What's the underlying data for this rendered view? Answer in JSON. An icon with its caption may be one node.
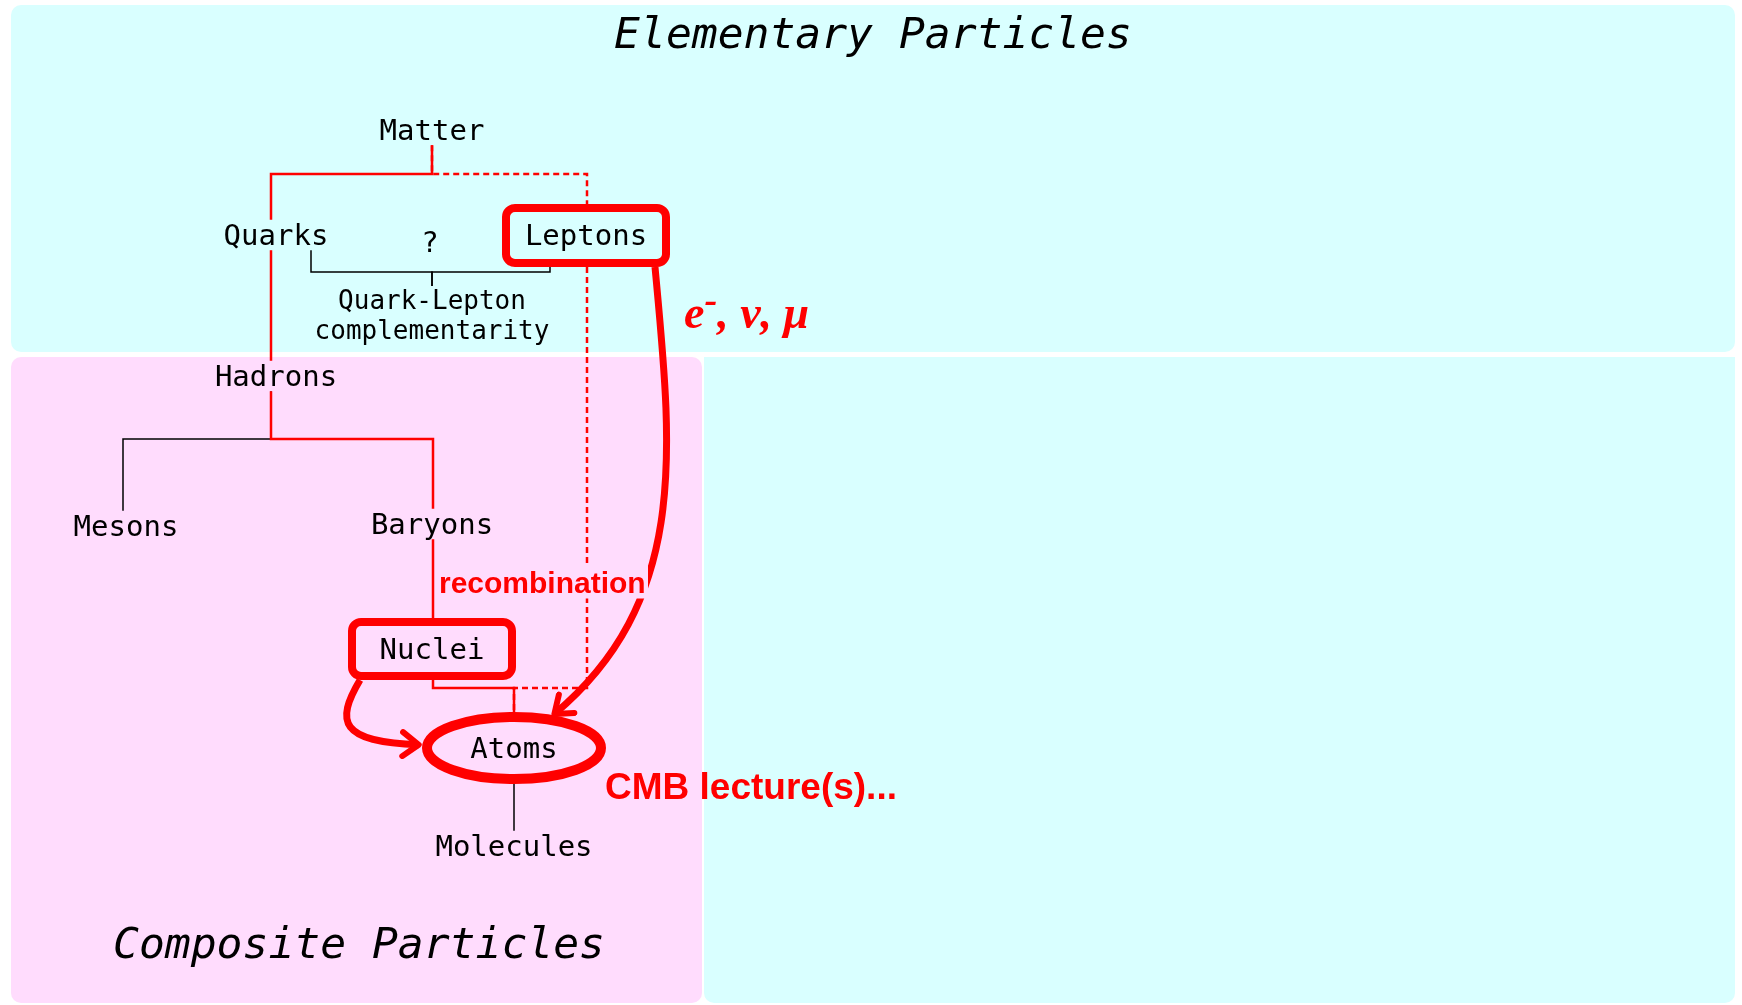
{
  "diagram": {
    "nodes": [
      {
        "text": [
          "Elementary Particles"
        ]
      },
      {
        "text": [
          "Matter"
        ],
        "in": 0
      },
      {
        "text": [
          "Quarks"
        ],
        "in": 0
      },
      {
        "text": [
          "Leptons"
        ],
        "in": 0
      },
      {
        "text": [
          "Quark-Lepton complementarity"
        ],
        "in": 0
      },
      {
        "text": [
          "Composite Particles"
        ]
      },
      {
        "text": [
          "Hadrons"
        ],
        "in": 5
      },
      {
        "text": [
          "Mesons"
        ],
        "in": 5
      },
      {
        "text": [
          "Baryons"
        ],
        "in": 5
      },
      {
        "text": [
          "Nuclei"
        ],
        "in": 5
      },
      {
        "text": [
          "Atoms"
        ],
        "in": 5
      },
      {
        "text": [
          "Molecules"
        ],
        "in": 5
      }
    ],
    "edges": [
      {
        "from": 1,
        "to": 2,
        "arrow": "none"
      },
      {
        "from": 1,
        "to": 3,
        "arrow": "none",
        "style": "dashed"
      },
      {
        "from": 2,
        "to": 6,
        "arrow": "none"
      },
      {
        "from": 6,
        "to": 7,
        "arrow": "none",
        "color": "#000000"
      },
      {
        "from": 6,
        "to": 8,
        "arrow": "none"
      },
      {
        "from": 8,
        "to": 9,
        "arrow": "none",
        "label": "recombination"
      },
      {
        "from": 9,
        "to": 10,
        "arrow": "none"
      },
      {
        "from": 3,
        "to": 10,
        "arrow": "none",
        "style": "dashed"
      },
      {
        "from": 2,
        "to": 4,
        "arrow": "none",
        "color": "#000000"
      },
      {
        "from": 3,
        "to": 4,
        "arrow": "none",
        "color": "#000000"
      },
      {
        "from": 10,
        "to": 11,
        "arrow": "none",
        "color": "#000000"
      },
      {
        "from": 3,
        "to": 10,
        "arrow": "to",
        "style": "thick",
        "label": "e$^{-}$, ν, μ"
      },
      {
        "from": 9,
        "to": 10,
        "arrow": "to",
        "style": "thick"
      }
    ],
    "labels": [
      "?",
      "CMB lecture(s)..."
    ]
  }
}
